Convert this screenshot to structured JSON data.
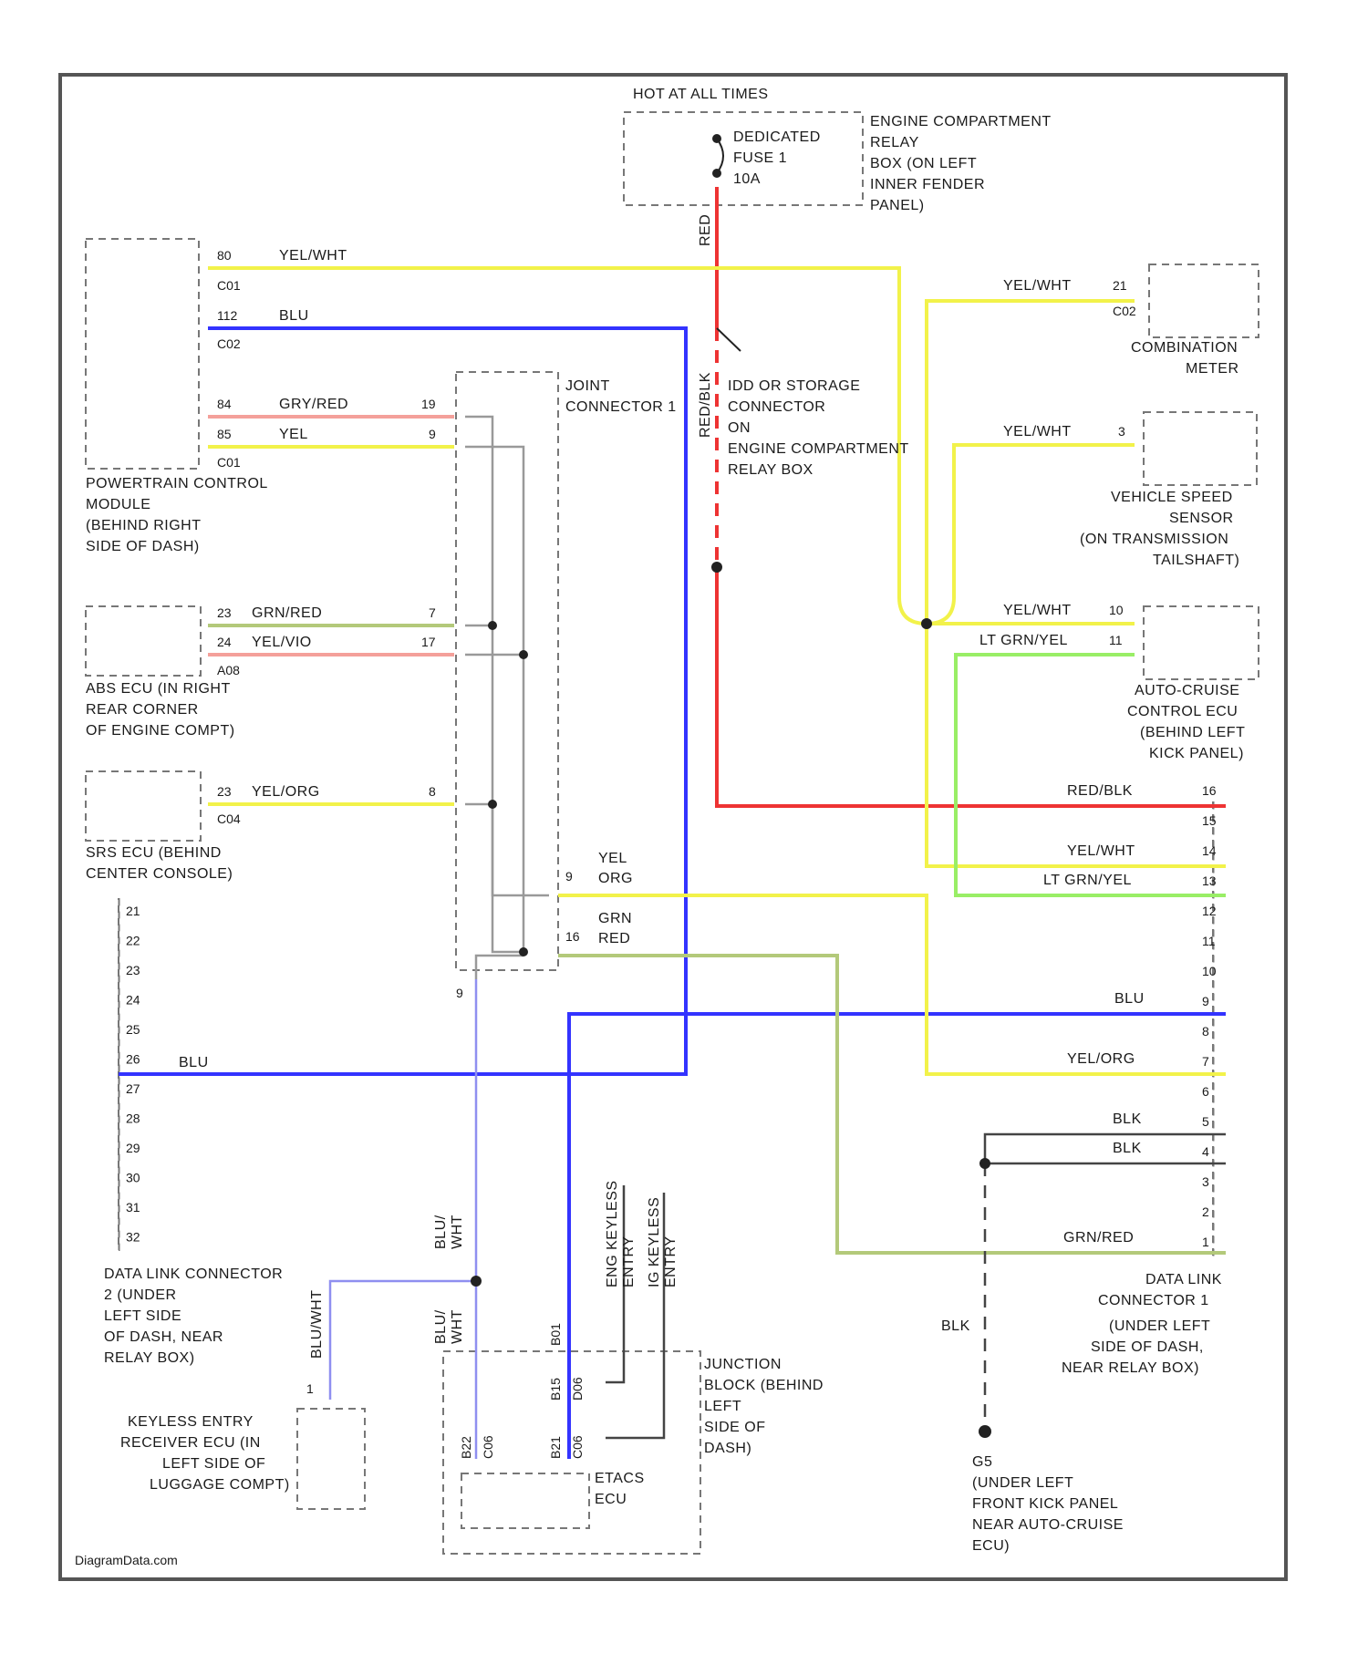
{
  "watermark": "DiagramData.com",
  "colors": {
    "yellow": "#f2f24a",
    "blue": "#3333ff",
    "red": "#ee3333",
    "pink": "#f4a09a",
    "green": "#99ee66",
    "olive": "#b3c97a",
    "gray": "#999999",
    "dark": "#444444"
  },
  "components": {
    "fuse_header": "HOT AT ALL TIMES",
    "fuse": [
      "DEDICATED",
      "FUSE 1",
      "10A"
    ],
    "engine_relay_box": [
      "ENGINE COMPARTMENT",
      "RELAY",
      "BOX (ON LEFT",
      "INNER FENDER",
      "PANEL)"
    ],
    "idd_connector": [
      "IDD OR STORAGE",
      "CONNECTOR",
      "ON",
      "ENGINE COMPARTMENT",
      "RELAY BOX"
    ],
    "pcm": [
      "POWERTRAIN CONTROL",
      "MODULE",
      "(BEHIND RIGHT",
      "SIDE OF DASH)"
    ],
    "joint_connector": [
      "JOINT",
      "CONNECTOR 1"
    ],
    "combination_meter": [
      "COMBINATION",
      "METER"
    ],
    "vss": [
      "VEHICLE SPEED",
      "SENSOR",
      "(ON TRANSMISSION",
      "TAILSHAFT)"
    ],
    "cruise_ecu": [
      "AUTO-CRUISE",
      "CONTROL ECU",
      "(BEHIND LEFT",
      "KICK PANEL)"
    ],
    "abs_ecu": [
      "ABS ECU (IN RIGHT",
      "REAR CORNER",
      "OF ENGINE COMPT)"
    ],
    "srs_ecu": [
      "SRS ECU (BEHIND",
      "CENTER CONSOLE)"
    ],
    "dlc2": [
      "DATA LINK CONNECTOR",
      "2 (UNDER",
      "LEFT SIDE",
      "OF DASH, NEAR",
      "RELAY BOX)"
    ],
    "keyless": [
      "KEYLESS ENTRY",
      "RECEIVER ECU (IN",
      "LEFT SIDE OF",
      "LUGGAGE COMPT)"
    ],
    "junction_block": [
      "JUNCTION",
      "BLOCK (BEHIND",
      "LEFT",
      "SIDE OF",
      "DASH)"
    ],
    "etacs": [
      "ETACS",
      "ECU"
    ],
    "dlc1": [
      "DATA LINK",
      "CONNECTOR 1",
      "(UNDER LEFT",
      "SIDE OF DASH,",
      "NEAR RELAY BOX)"
    ],
    "ground": [
      "G5",
      "(UNDER LEFT",
      "FRONT KICK PANEL",
      "NEAR AUTO-CRUISE",
      "ECU)"
    ]
  },
  "wires": {
    "fuse_red": "RED",
    "idd_redblk": "RED/BLK",
    "pcm_80": "80",
    "pcm_80_color": "YEL/WHT",
    "pcm_c01": "C01",
    "pcm_112": "112",
    "pcm_112_color": "BLU",
    "pcm_c02": "C02",
    "pcm_84": "84",
    "pcm_84_color": "GRY/RED",
    "pcm_85": "85",
    "pcm_85_color": "YEL",
    "pcm_c01b": "C01",
    "jc_19": "19",
    "jc_9a": "9",
    "cm_yelwht": "YEL/WHT",
    "cm_pin": "21",
    "cm_conn": "C02",
    "vss_yelwht": "YEL/WHT",
    "vss_pin": "3",
    "cr_yelwht": "YEL/WHT",
    "cr_yelwht_pin": "10",
    "cr_ltgrn": "LT GRN/YEL",
    "cr_ltgrn_pin": "11",
    "abs_23": "23",
    "abs_23_color": "GRN/RED",
    "abs_24": "24",
    "abs_24_color": "YEL/VIO",
    "abs_conn": "A08",
    "jc_7": "7",
    "jc_17": "17",
    "srs_23": "23",
    "srs_23_color": "YEL/ORG",
    "srs_conn": "C04",
    "jc_8": "8",
    "jc_9b": "9",
    "jc_9b_c1": "YEL",
    "jc_9b_c2": "ORG",
    "jc_16": "16",
    "jc_16_c1": "GRN",
    "jc_16_c2": "RED",
    "jc_out": "9",
    "dlc2_26_color": "BLU",
    "dlc1_redblk": "RED/BLK",
    "dlc1_yelwht": "YEL/WHT",
    "dlc1_ltgrn": "LT GRN/YEL",
    "dlc1_blu": "BLU",
    "dlc1_yelorg": "YEL/ORG",
    "dlc1_blk1": "BLK",
    "dlc1_blk2": "BLK",
    "dlc1_grnred": "GRN/RED",
    "blu_wht_1": [
      "BLU/",
      "WHT"
    ],
    "blu_wht_2": [
      "BLU/",
      "WHT"
    ],
    "keyless_wire": "BLU/WHT",
    "keyless_pin": "1",
    "eng_keyless": [
      "ENG KEYLESS",
      "ENTRY"
    ],
    "ign_keyless": [
      "IG KEYLESS",
      "ENTRY"
    ],
    "ground_blk": "BLK",
    "jb_pins": [
      "B01",
      "B15",
      "B21",
      "B22"
    ],
    "jb_conns": [
      "D06",
      "D06",
      "C06",
      "C06"
    ]
  },
  "dlc2_pins": [
    "21",
    "22",
    "23",
    "24",
    "25",
    "26",
    "27",
    "28",
    "29",
    "30",
    "31",
    "32"
  ],
  "dlc1_pins": [
    "16",
    "15",
    "14",
    "13",
    "12",
    "11",
    "10",
    "9",
    "8",
    "7",
    "6",
    "5",
    "4",
    "3",
    "2",
    "1"
  ]
}
